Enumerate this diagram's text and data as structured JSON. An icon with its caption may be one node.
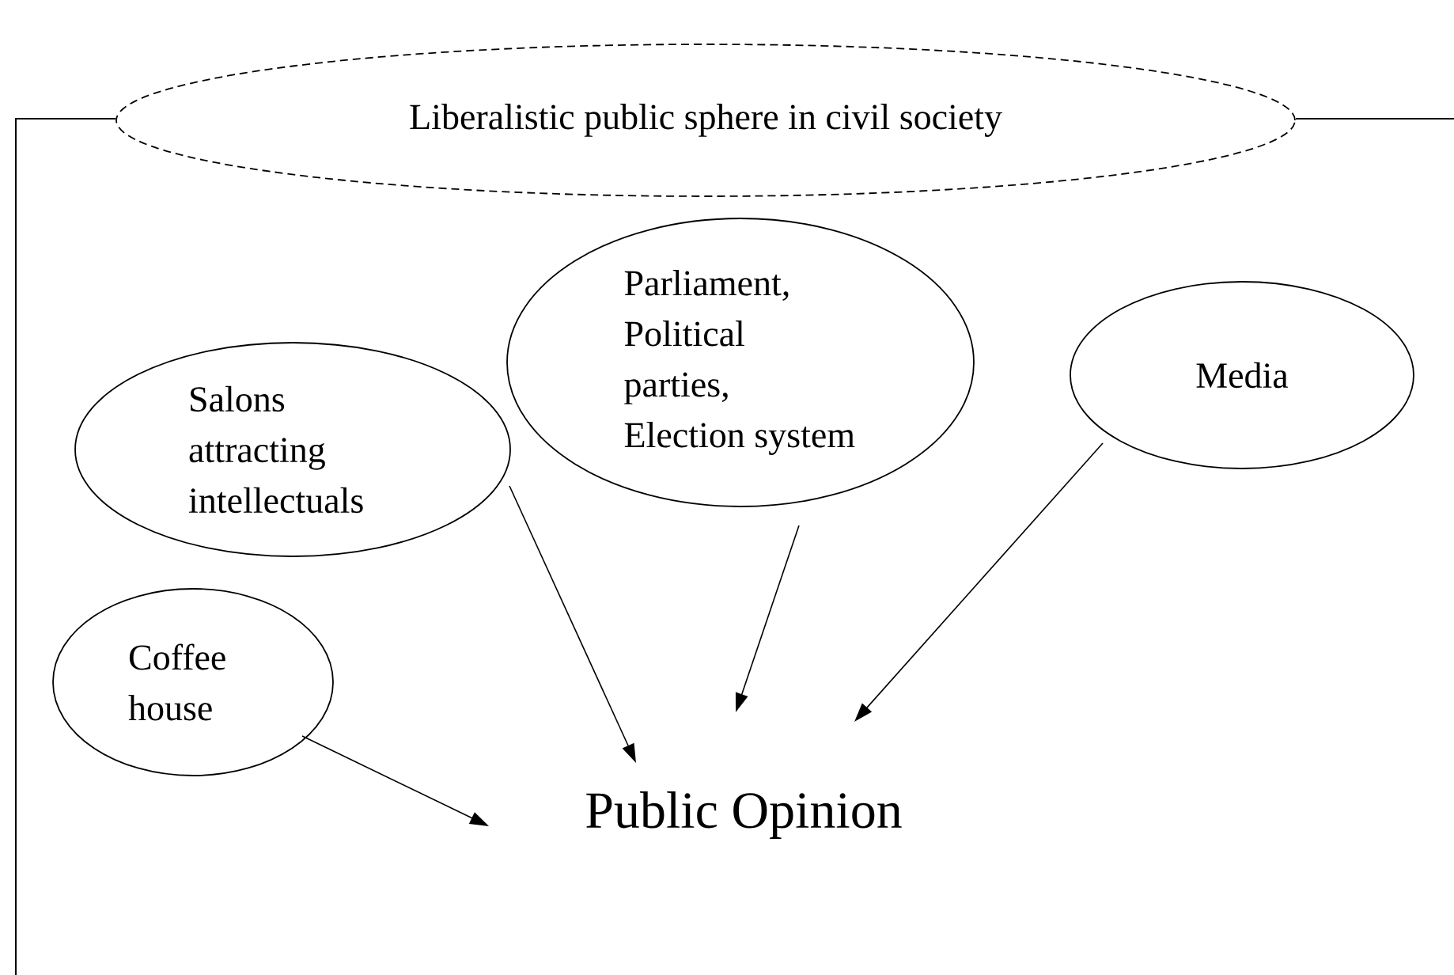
{
  "diagram": {
    "nodes": [
      {
        "text": [
          "Liberalistic public sphere in civil society"
        ]
      },
      {
        "text": [
          "Parliament, Political parties, Election system"
        ]
      },
      {
        "text": [
          "Media"
        ]
      },
      {
        "text": [
          "Salons attracting intellectuals"
        ]
      },
      {
        "text": [
          "Coffee house"
        ]
      },
      {
        "text": [
          "Public Opinion"
        ]
      }
    ],
    "edges": [
      {
        "from": 3,
        "to": 5,
        "arrow": "to"
      },
      {
        "from": 1,
        "to": 5,
        "arrow": "to"
      },
      {
        "from": 2,
        "to": 5,
        "arrow": "to"
      },
      {
        "from": 4,
        "to": 5,
        "arrow": "to"
      }
    ]
  }
}
